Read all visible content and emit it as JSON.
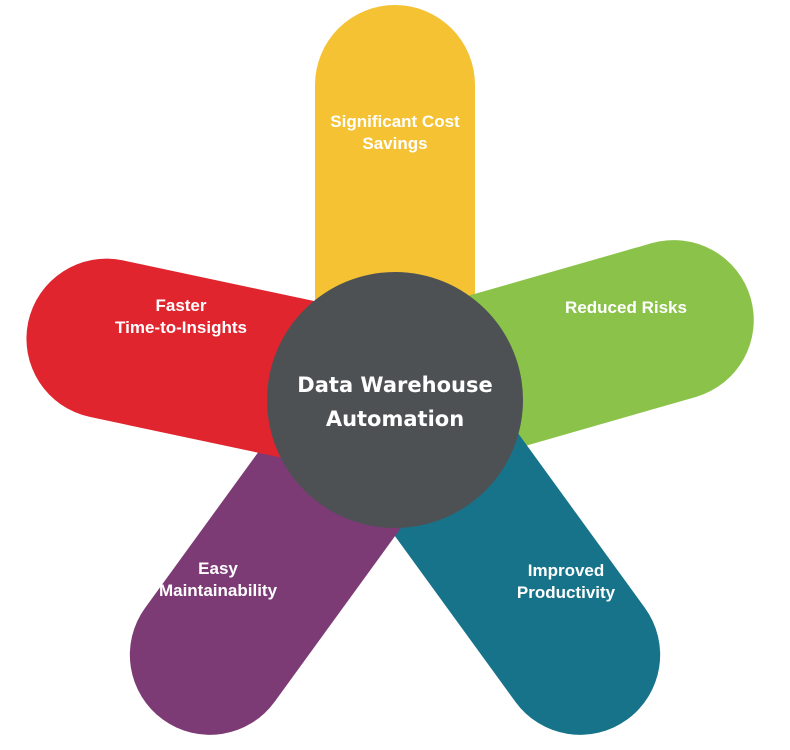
{
  "center": {
    "line1": "Data Warehouse",
    "line2": "Automation",
    "color": "#4D5154"
  },
  "petals": [
    {
      "id": "cost",
      "line1": "Significant Cost",
      "line2": "Savings",
      "color": "#F4C233"
    },
    {
      "id": "risks",
      "line1": "Reduced Risks",
      "line2": "",
      "color": "#8BC34A"
    },
    {
      "id": "productivity",
      "line1": "Improved",
      "line2": "Productivity",
      "color": "#17738A"
    },
    {
      "id": "maintain",
      "line1": "Easy",
      "line2": "Maintainability",
      "color": "#7D3B76"
    },
    {
      "id": "insights",
      "line1": "Faster",
      "line2": "Time-to-Insights",
      "color": "#E0252F"
    }
  ]
}
